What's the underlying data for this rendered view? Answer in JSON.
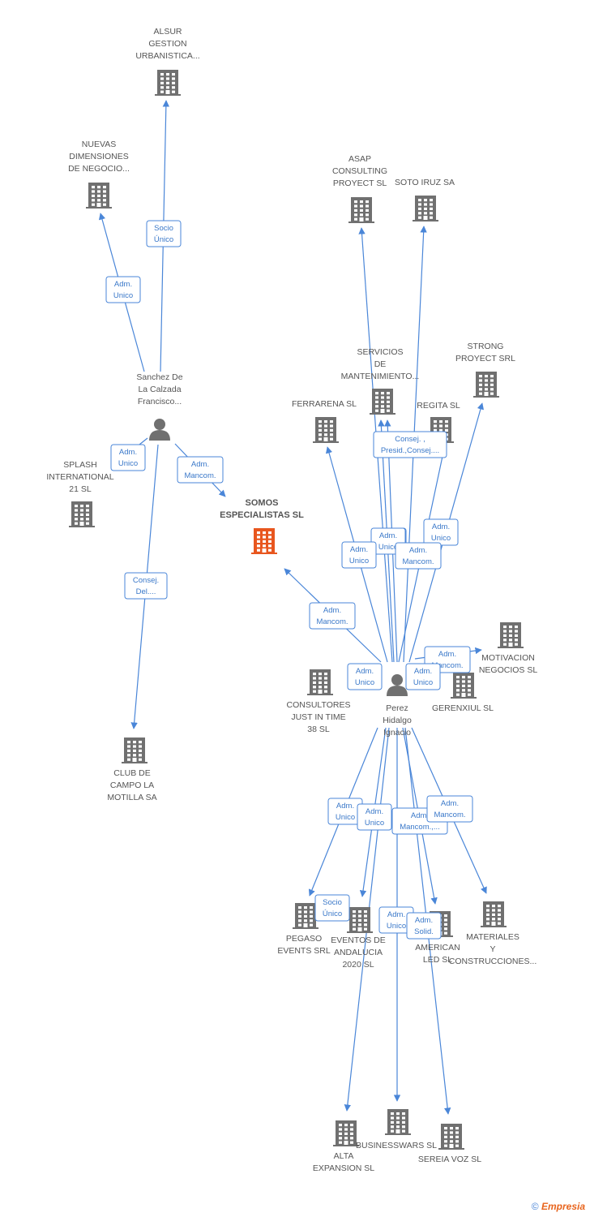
{
  "colors": {
    "edge": "#4a86d8",
    "company": "#707070",
    "focus": "#e8561e",
    "person": "#707070"
  },
  "nodes": [
    {
      "id": "alsur",
      "type": "company",
      "label": [
        "ALSUR",
        "GESTION",
        "URBANISTICA..."
      ]
    },
    {
      "id": "nuevas",
      "type": "company",
      "label": [
        "NUEVAS",
        "DIMENSIONES",
        "DE NEGOCIO..."
      ]
    },
    {
      "id": "sanchez",
      "type": "person",
      "label": [
        "Sanchez De",
        "La Calzada",
        "Francisco..."
      ]
    },
    {
      "id": "splash",
      "type": "company",
      "label": [
        "SPLASH",
        "INTERNATIONAL",
        "21 SL"
      ]
    },
    {
      "id": "somos",
      "type": "focus",
      "label": [
        "SOMOS",
        "ESPECIALISTAS SL"
      ]
    },
    {
      "id": "club",
      "type": "company",
      "label": [
        "CLUB DE",
        "CAMPO LA",
        "MOTILLA SA"
      ]
    },
    {
      "id": "asap",
      "type": "company",
      "label": [
        "ASAP",
        "CONSULTING",
        "PROYECT SL"
      ]
    },
    {
      "id": "soto",
      "type": "company",
      "label": [
        "SOTO IRUZ SA"
      ]
    },
    {
      "id": "servicios",
      "type": "company",
      "label": [
        "SERVICIOS",
        "DE",
        "MANTENIMIENTO..."
      ]
    },
    {
      "id": "strong",
      "type": "company",
      "label": [
        "STRONG",
        "PROYECT SRL"
      ]
    },
    {
      "id": "ferrarena",
      "type": "company",
      "label": [
        "FERRARENA SL"
      ]
    },
    {
      "id": "regita",
      "type": "company",
      "label": [
        "REGITA SL"
      ]
    },
    {
      "id": "motivacion",
      "type": "company",
      "label": [
        "MOTIVACION",
        "NEGOCIOS SL"
      ]
    },
    {
      "id": "consultores",
      "type": "company",
      "label": [
        "CONSULTORES",
        "JUST IN TIME",
        "38 SL"
      ]
    },
    {
      "id": "perez",
      "type": "person",
      "label": [
        "Perez",
        "Hidalgo",
        "Ignacio"
      ]
    },
    {
      "id": "gerenxiul",
      "type": "company",
      "label": [
        "GERENXIUL SL"
      ]
    },
    {
      "id": "pegaso",
      "type": "company",
      "label": [
        "PEGASO",
        "EVENTS SRL"
      ]
    },
    {
      "id": "eventos",
      "type": "company",
      "label": [
        "EVENTOS DE",
        "ANDALUCIA",
        "2020 SL"
      ]
    },
    {
      "id": "american",
      "type": "company",
      "label": [
        "AMERICAN",
        "LED  SL"
      ]
    },
    {
      "id": "materiales",
      "type": "company",
      "label": [
        "MATERIALES",
        "Y",
        "CONSTRUCCIONES..."
      ]
    },
    {
      "id": "alta",
      "type": "company",
      "label": [
        "ALTA",
        "EXPANSION SL"
      ]
    },
    {
      "id": "businesswars",
      "type": "company",
      "label": [
        "BUSINESSWARS SL"
      ]
    },
    {
      "id": "sereia",
      "type": "company",
      "label": [
        "SEREIA VOZ  SL"
      ]
    }
  ],
  "edges": [
    {
      "from": "sanchez",
      "to": "alsur",
      "label": [
        "Socio",
        "Único"
      ]
    },
    {
      "from": "sanchez",
      "to": "nuevas",
      "label": [
        "Adm.",
        "Unico"
      ]
    },
    {
      "from": "sanchez",
      "to": "splash",
      "label": [
        "Adm.",
        "Unico"
      ]
    },
    {
      "from": "sanchez",
      "to": "somos",
      "label": [
        "Adm.",
        "Mancom."
      ]
    },
    {
      "from": "sanchez",
      "to": "club",
      "label": [
        "Consej.",
        "Del...."
      ]
    },
    {
      "from": "perez",
      "to": "somos",
      "label": [
        "Adm.",
        "Mancom."
      ]
    },
    {
      "from": "perez",
      "to": "asap",
      "label": [
        "Adm.",
        "Unico"
      ]
    },
    {
      "from": "perez",
      "to": "soto",
      "label": [
        "Adm.",
        "Unico"
      ]
    },
    {
      "from": "perez",
      "to": "servicios",
      "label": [
        "Adm.",
        "Unico"
      ]
    },
    {
      "from": "perez",
      "to": "regita",
      "label": [
        "Consej. ,",
        "Presid.,Consej...."
      ]
    },
    {
      "from": "perez",
      "to": "ferrarena",
      "label": [
        "Adm.",
        "Unico"
      ]
    },
    {
      "from": "perez",
      "to": "strong",
      "label": [
        "Adm.",
        "Unico"
      ]
    },
    {
      "from": "perez",
      "to": "servicios",
      "label": [
        "Adm.",
        "Mancom."
      ]
    },
    {
      "from": "perez",
      "to": "motivacion",
      "label": [
        "Adm.",
        "Mancom."
      ]
    },
    {
      "from": "perez",
      "to": "consultores",
      "label": [
        "Adm.",
        "Unico"
      ]
    },
    {
      "from": "perez",
      "to": "gerenxiul",
      "label": [
        "Adm.",
        "Unico"
      ]
    },
    {
      "from": "perez",
      "to": "pegaso",
      "label": [
        "Adm.",
        "Unico"
      ]
    },
    {
      "from": "perez",
      "to": "eventos",
      "label": [
        "Adm.",
        "Unico"
      ]
    },
    {
      "from": "perez",
      "to": "american",
      "label": [
        "Adm.",
        "Mancom.,..."
      ]
    },
    {
      "from": "perez",
      "to": "materiales",
      "label": [
        "Adm.",
        "Mancom."
      ]
    },
    {
      "from": "perez",
      "to": "alta",
      "label": [
        "Socio",
        "Único"
      ]
    },
    {
      "from": "perez",
      "to": "businesswars",
      "label": [
        "Adm.",
        "Unico"
      ]
    },
    {
      "from": "perez",
      "to": "sereia",
      "label": [
        "Adm.",
        "Solid."
      ]
    }
  ],
  "brand": {
    "copyright": "©",
    "name": "Empresia"
  }
}
